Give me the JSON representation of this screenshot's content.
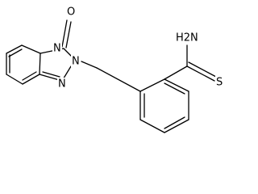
{
  "molecule": {
    "atom_labels": {
      "carbonyl_oxygen": "O",
      "ring_nitrogen_1": "N",
      "ring_nitrogen_2": "N",
      "ring_nitrogen_3": "N",
      "amide_nitrogen": "H2N",
      "thio_sulfur": "S"
    },
    "colors": {
      "bond": "#000000",
      "label": "#000000",
      "background": "#ffffff"
    }
  }
}
